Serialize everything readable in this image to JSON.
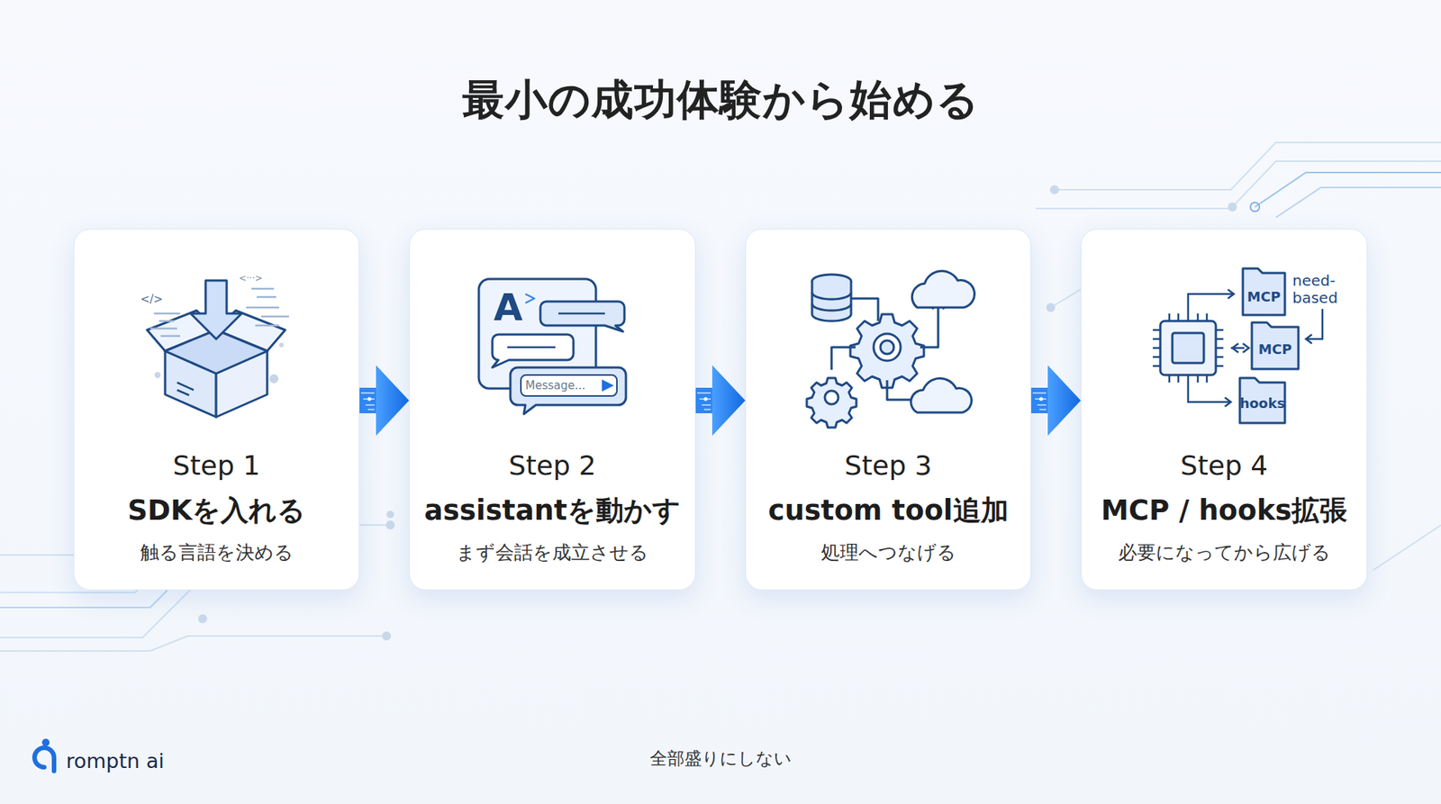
{
  "diagram": {
    "title": "最小の成功体験から始める",
    "caption": "全部盛りにしない",
    "nodes": [
      {
        "text": [
          "Step 1",
          "SDKを入れる",
          "触る言語を決める"
        ]
      },
      {
        "text": [
          "Step 2",
          "assistantを動かす",
          "まず会話を成立させる"
        ]
      },
      {
        "text": [
          "Step 3",
          "custom tool追加",
          "処理へつなげる"
        ]
      },
      {
        "text": [
          "Step 4",
          "MCP / hooks拡張",
          "必要になってから広げる"
        ]
      }
    ],
    "edges": [
      {
        "from": 0,
        "to": 1,
        "arrow": "to"
      },
      {
        "from": 1,
        "to": 2,
        "arrow": "to"
      },
      {
        "from": 2,
        "to": 3,
        "arrow": "to"
      }
    ],
    "labels": [
      "</>",
      "<···>",
      "A",
      "Message...",
      "MCP",
      "need-based",
      "MCP",
      "hooks",
      "romptn ai"
    ]
  }
}
